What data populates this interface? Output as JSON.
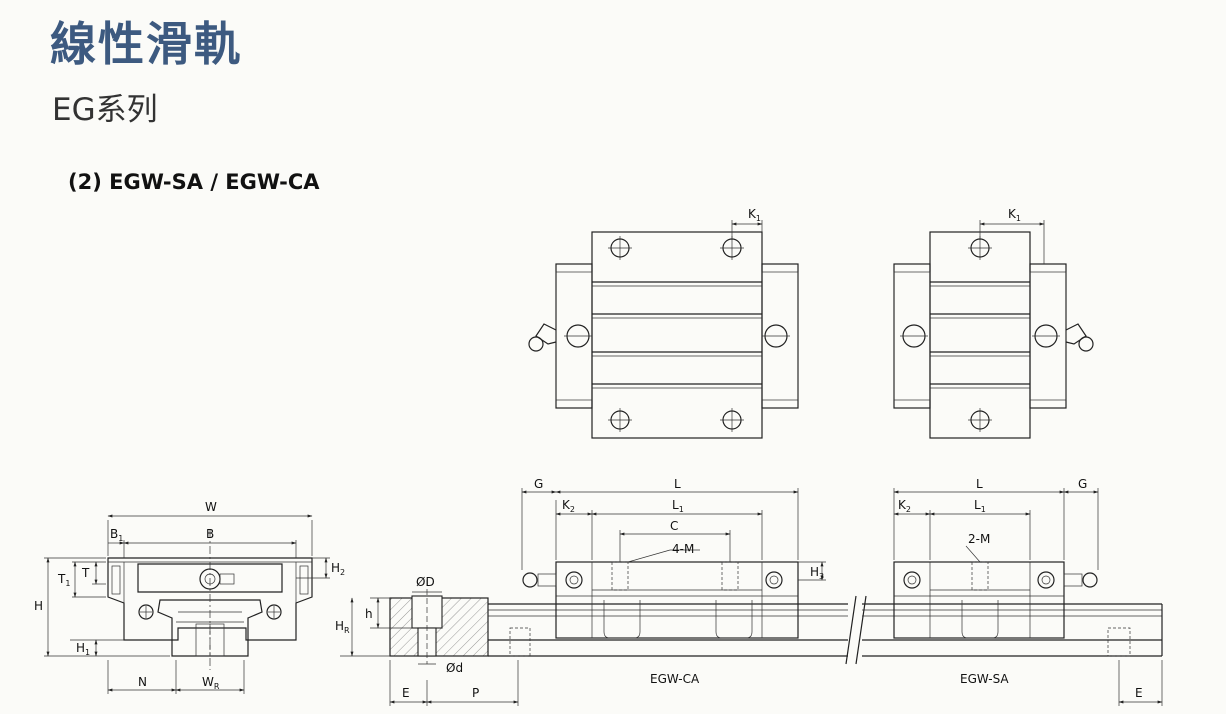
{
  "header": {
    "title": "線性滑軌",
    "subtitle": "EG系列",
    "section": "(2) EGW-SA / EGW-CA"
  },
  "dimensions": {
    "W": "W",
    "B": "B",
    "B1": "B",
    "B1_sub": "1",
    "T": "T",
    "T1": "T",
    "T1_sub": "1",
    "H": "H",
    "H1": "H",
    "H1_sub": "1",
    "H2": "H",
    "H2_sub": "2",
    "H3": "H",
    "H3_sub": "3",
    "HR": "H",
    "HR_sub": "R",
    "N": "N",
    "WR": "W",
    "WR_sub": "R",
    "phiD": "ØD",
    "phid": "Ød",
    "h": "h",
    "E": "E",
    "P": "P",
    "G": "G",
    "L": "L",
    "L1": "L",
    "L1_sub": "1",
    "K1": "K",
    "K1_sub": "1",
    "K2": "K",
    "K2_sub": "2",
    "C": "C",
    "M4": "4-M",
    "M2": "2-M"
  },
  "labels": {
    "egw_ca": "EGW-CA",
    "egw_sa": "EGW-SA"
  }
}
